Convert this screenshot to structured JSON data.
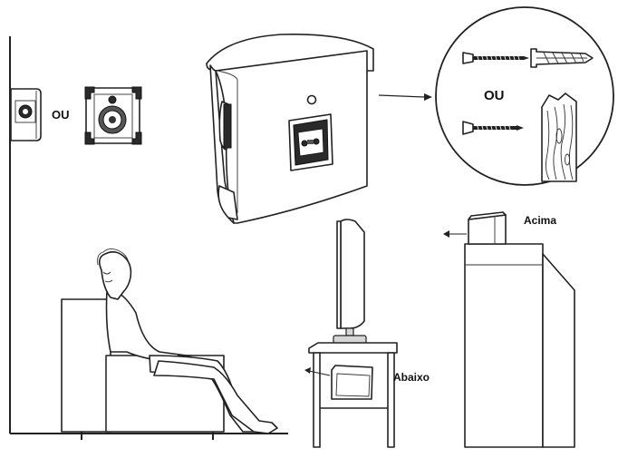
{
  "labels": {
    "or_wall": "OU",
    "or_hardware": "OU",
    "above": "Acima",
    "below": "Abaixo"
  },
  "icons": {
    "wall": "wall-line",
    "speaker_small": "small-speaker-icon",
    "speaker_bracket": "speaker-with-bracket-icon",
    "speaker_large": "speaker-rear-view-icon",
    "pointer": "arrow-right-icon",
    "screws": "screw-and-anchor-icon",
    "wood": "wood-stud-icon",
    "tv": "tv-on-stand-icon",
    "cabinet": "tall-cabinet-icon",
    "listener": "seated-person-icon"
  }
}
